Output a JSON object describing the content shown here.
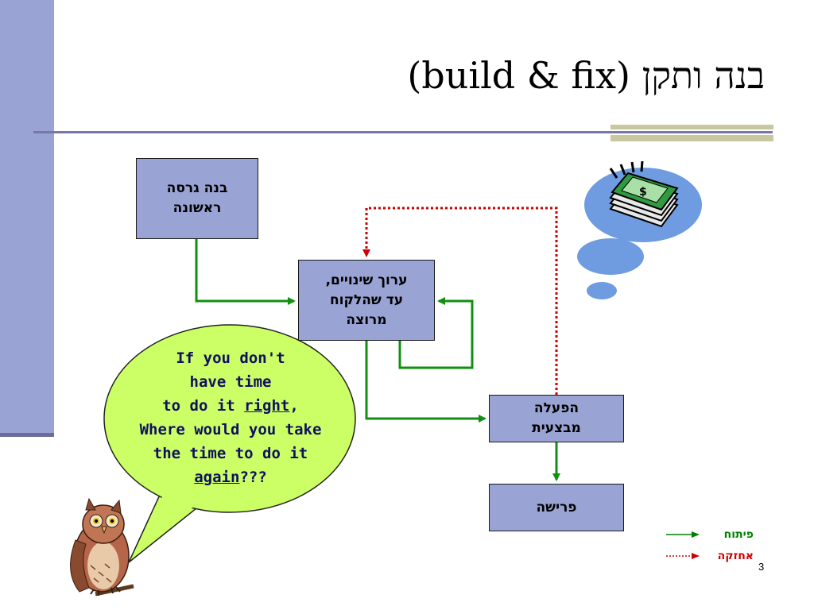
{
  "slide": {
    "title_hebrew": "בנה ותקן",
    "title_english": "(build & fix)",
    "page_number": "3"
  },
  "flowchart": {
    "boxes": {
      "build": "בנה גרסה\nראשונה",
      "edit": "ערוך שינויים,\nעד שהלקוח\nמרוצה",
      "deploy": "הפעלה\nמבצעית",
      "retire": "פרישה"
    }
  },
  "speech_bubble": {
    "line1": "If you don't",
    "line2": "have time",
    "line3_prefix": "to do it ",
    "line3_emph": "right",
    "line3_suffix": ",",
    "line4": "Where would you take",
    "line5": "the time to do it",
    "line6_emph": "again",
    "line6_suffix": "???"
  },
  "legend": {
    "development": {
      "label": "פיתוח",
      "color": "#008000"
    },
    "maintenance": {
      "label": "אחזקה",
      "color": "#cc0000"
    }
  },
  "colors": {
    "box_fill": "#9aa4d4",
    "side_bar": "#9aa4d4",
    "arrow_green": "#109010",
    "arrow_red_dotted": "#cc0000",
    "bubble_fill": "#ccff66",
    "thought_cloud": "#6f9be0"
  },
  "icons": [
    "money-stack-icon",
    "owl-icon",
    "thought-cloud-icon"
  ]
}
